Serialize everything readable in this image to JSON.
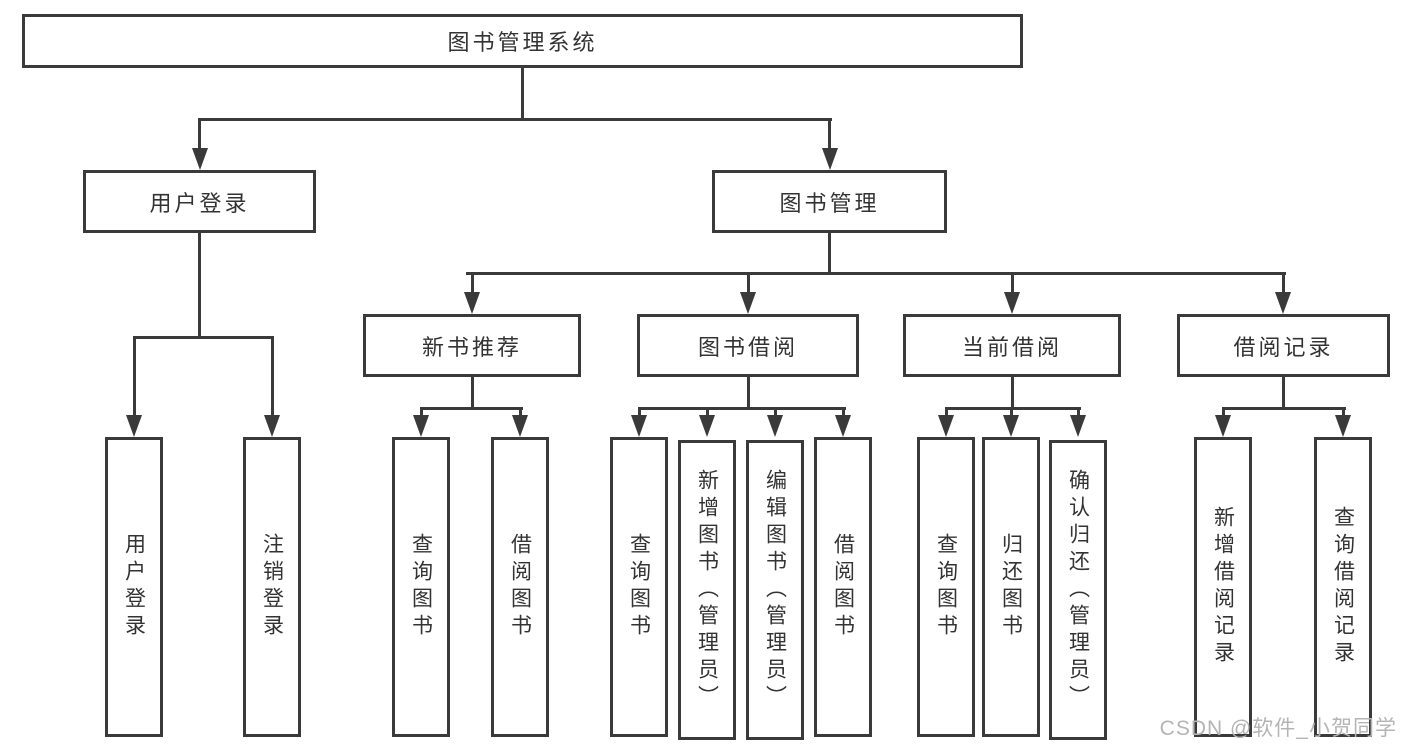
{
  "colors": {
    "line": "#3a3a3a",
    "box_border": "#3a3a3a",
    "text": "#333333",
    "background": "#ffffff",
    "watermark": "#b4b4b6"
  },
  "watermark": {
    "text": "CSDN @软件_小贺同学"
  },
  "diagram": {
    "root": {
      "label": "图书管理系统"
    },
    "branches": [
      {
        "label": "用户登录",
        "children": [
          {
            "label": "用户登录"
          },
          {
            "label": "注销登录"
          }
        ]
      },
      {
        "label": "图书管理",
        "children": [
          {
            "label": "新书推荐",
            "children": [
              {
                "label": "查询图书"
              },
              {
                "label": "借阅图书"
              }
            ]
          },
          {
            "label": "图书借阅",
            "children": [
              {
                "label": "查询图书"
              },
              {
                "label": "新增图书（管理员）"
              },
              {
                "label": "编辑图书（管理员）"
              },
              {
                "label": "借阅图书"
              }
            ]
          },
          {
            "label": "当前借阅",
            "children": [
              {
                "label": "查询图书"
              },
              {
                "label": "归还图书"
              },
              {
                "label": "确认归还（管理员）"
              }
            ]
          },
          {
            "label": "借阅记录",
            "children": [
              {
                "label": "新增借阅记录"
              },
              {
                "label": "查询借阅记录"
              }
            ]
          }
        ]
      }
    ]
  }
}
